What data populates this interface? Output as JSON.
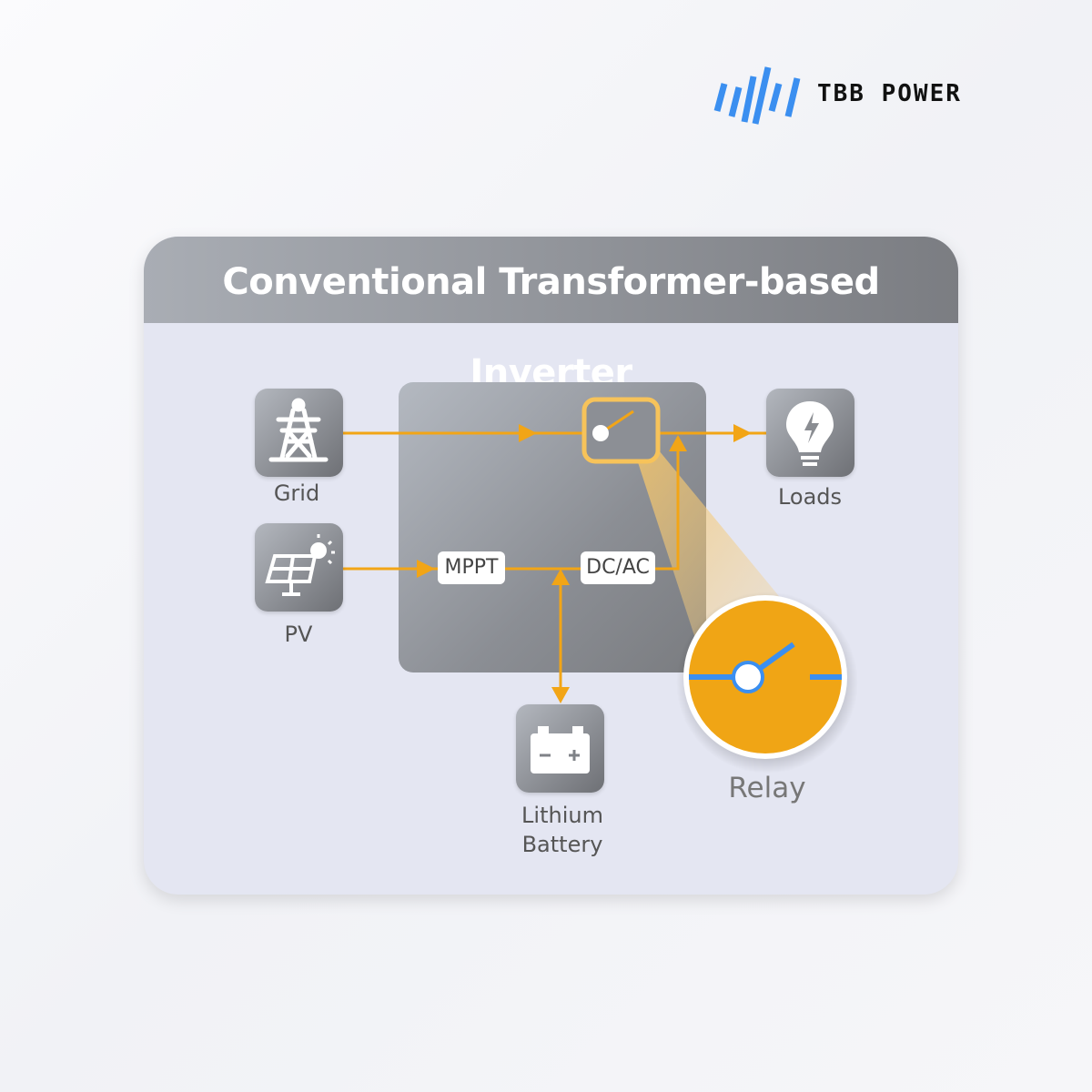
{
  "brand": {
    "name": "TBB POWER",
    "accent": "#3b8ff0"
  },
  "card": {
    "title": "Conventional Transformer-based Inverter"
  },
  "nodes": {
    "grid": "Grid",
    "pv": "PV",
    "loads": "Loads",
    "battery_line1": "Lithium",
    "battery_line2": "Battery",
    "mppt": "MPPT",
    "dcac": "DC/AC",
    "relay": "Relay"
  },
  "colors": {
    "flow": "#f2a516",
    "relay_fill": "#f0a515",
    "relay_contact": "#3b8ff0"
  }
}
